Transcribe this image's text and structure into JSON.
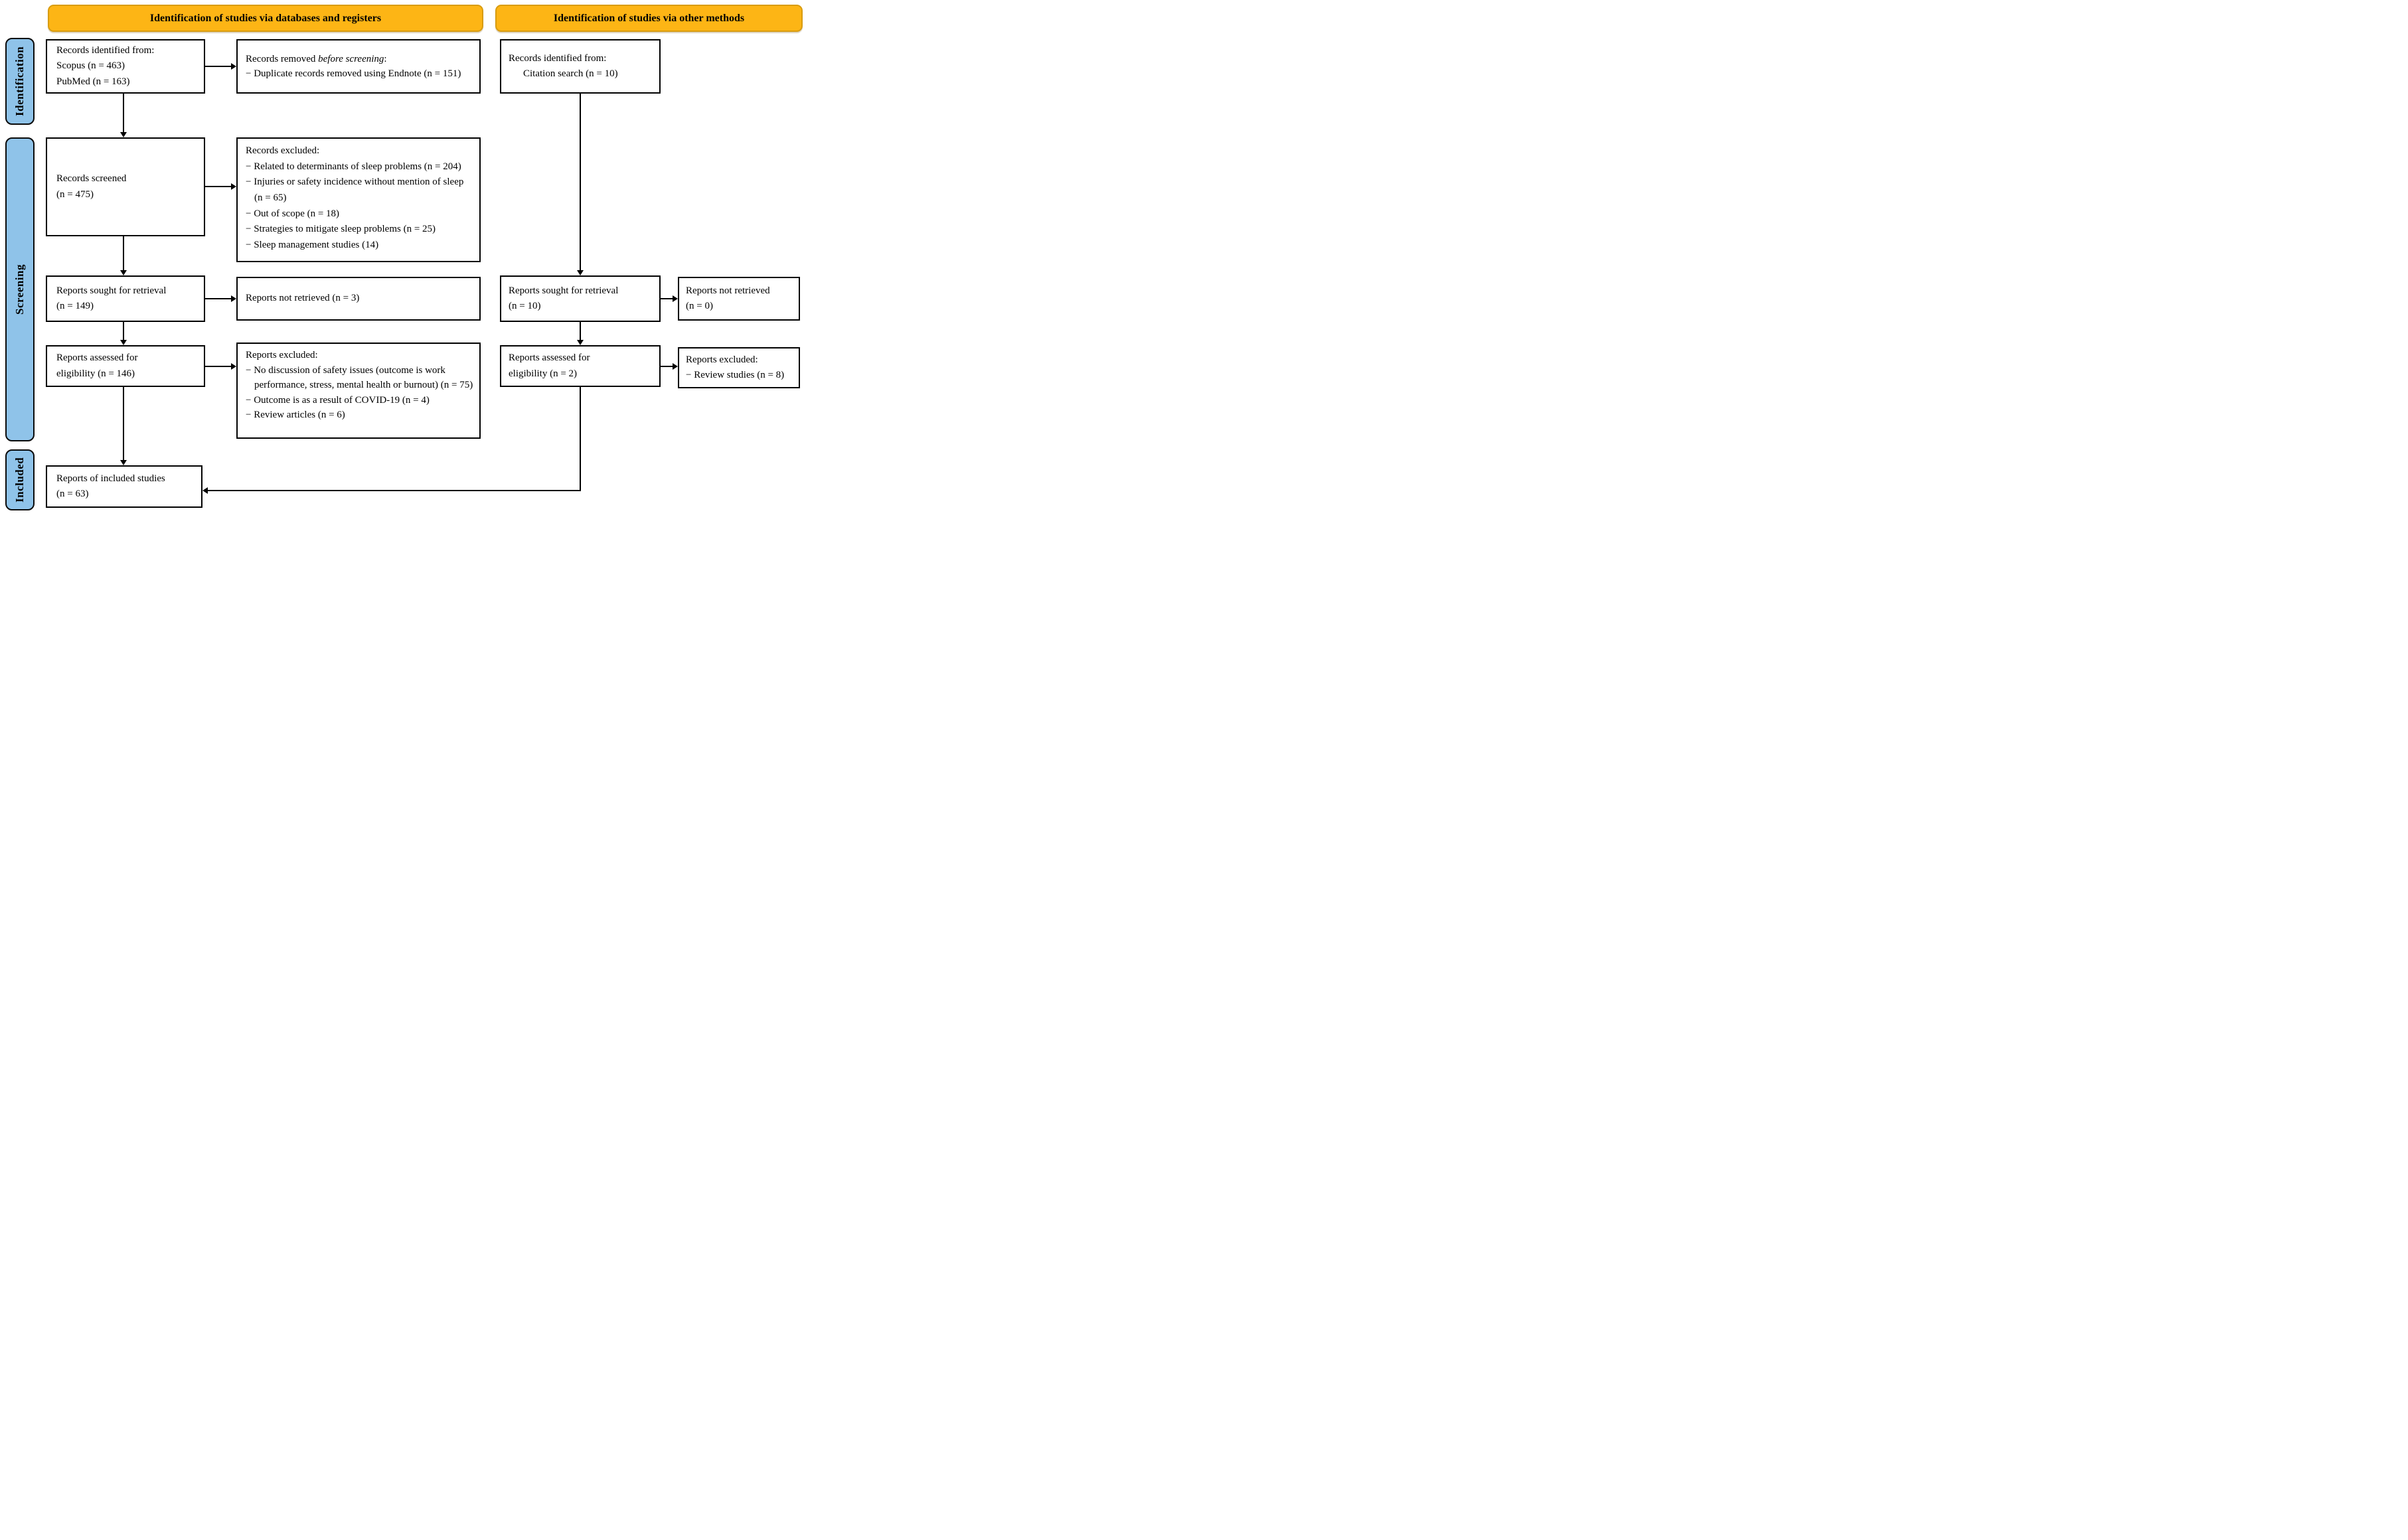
{
  "banners": {
    "databases_registers": "Identification of studies via databases and registers",
    "other_methods": "Identification of studies via other methods"
  },
  "stages": {
    "identification": "Identification",
    "screening": "Screening",
    "included": "Included"
  },
  "colors": {
    "banner_fill": "#FDB515",
    "banner_border": "#D89C10",
    "stage_fill": "#8FC3E9",
    "box_border": "#000000",
    "line": "#000000"
  },
  "db_flow": {
    "records_identified": {
      "line1": "Records identified from:",
      "line2": "Scopus (n = 463)",
      "line3": "PubMed (n = 163)"
    },
    "records_removed": {
      "title_prefix": "Records removed ",
      "title_italic": "before screening",
      "title_suffix": ":",
      "items": [
        "− Duplicate records removed  using Endnote (n = 151)"
      ]
    },
    "records_screened": {
      "line1": "Records screened",
      "line2": "(n = 475)"
    },
    "records_excluded": {
      "title": "Records excluded:",
      "items": [
        "− Related to determinants of sleep problems (n = 204)",
        "− Injuries or safety incidence without mention of sleep (n = 65)",
        "− Out of scope (n = 18)",
        "− Strategies to mitigate sleep problems (n = 25)",
        "− Sleep management studies (14)"
      ]
    },
    "reports_sought": {
      "line1": "Reports sought for retrieval",
      "line2": "(n = 149)"
    },
    "reports_not_retrieved": {
      "text": "Reports not retrieved (n = 3)"
    },
    "reports_assessed": {
      "line1": "Reports assessed for",
      "line2": "eligibility (n = 146)"
    },
    "reports_excluded": {
      "title": "Reports excluded:",
      "items": [
        "− No discussion of safety issues (outcome is work performance, stress, mental health or burnout) (n = 75)",
        "− Outcome is as a result of COVID-19 (n = 4)",
        "− Review articles (n = 6)"
      ]
    },
    "included_reports": {
      "line1": "Reports of included studies",
      "line2": "(n = 63)"
    }
  },
  "other_flow": {
    "records_identified": {
      "line1": "Records identified from:",
      "line2": "Citation search (n = 10)"
    },
    "reports_sought": {
      "line1": "Reports sought for retrieval",
      "line2": "(n = 10)"
    },
    "reports_not_retrieved": {
      "line1": "Reports not retrieved",
      "line2": "(n = 0)"
    },
    "reports_assessed": {
      "line1": "Reports assessed for",
      "line2": "eligibility (n = 2)"
    },
    "reports_excluded": {
      "title": "Reports excluded:",
      "items": [
        "− Review studies (n = 8)"
      ]
    }
  }
}
